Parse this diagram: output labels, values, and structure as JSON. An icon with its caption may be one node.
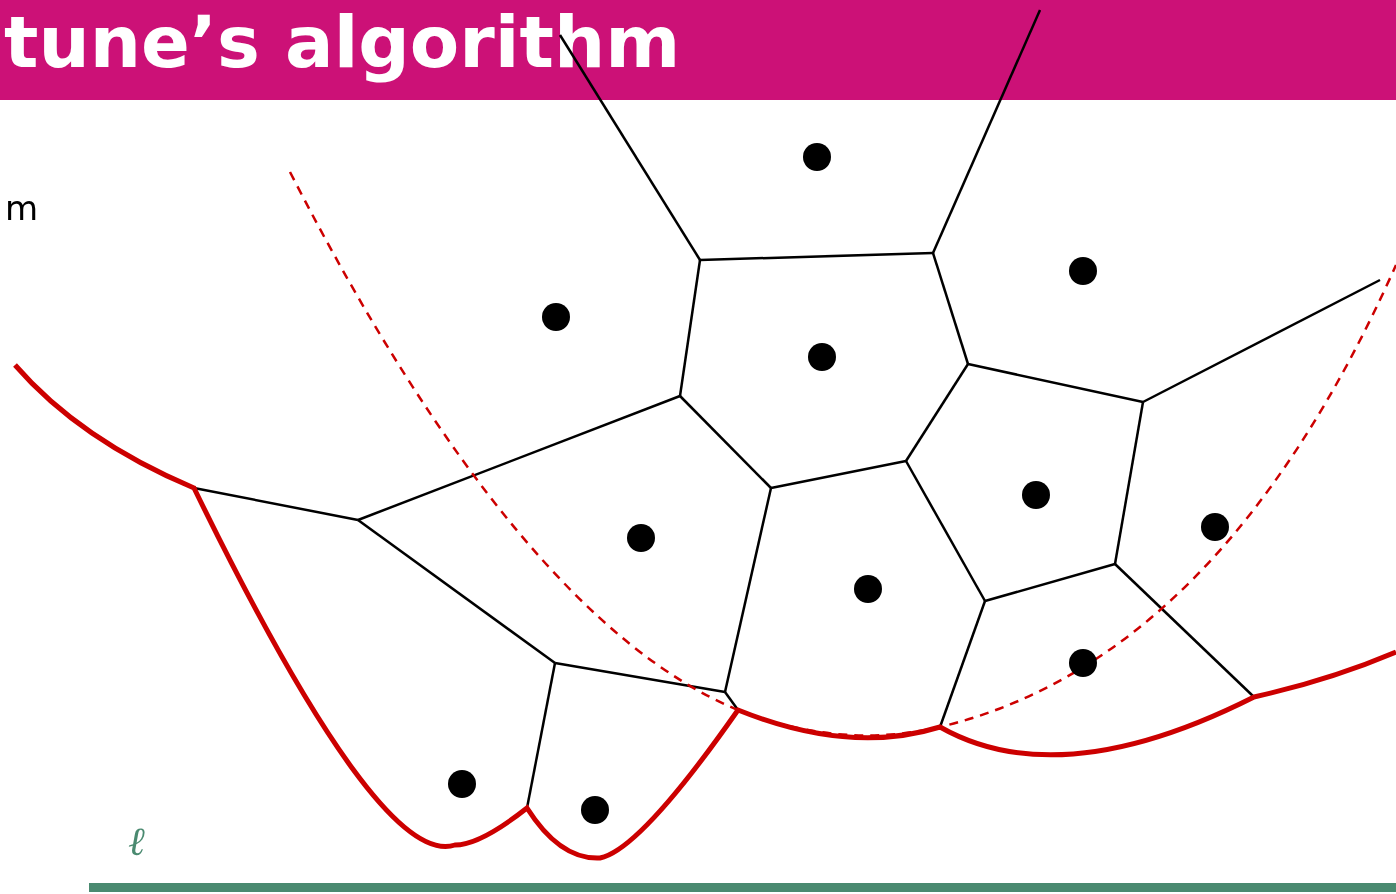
{
  "diagram": {
    "title": "tune’s algorithm",
    "labels": [
      "m",
      "ℓ"
    ]
  }
}
